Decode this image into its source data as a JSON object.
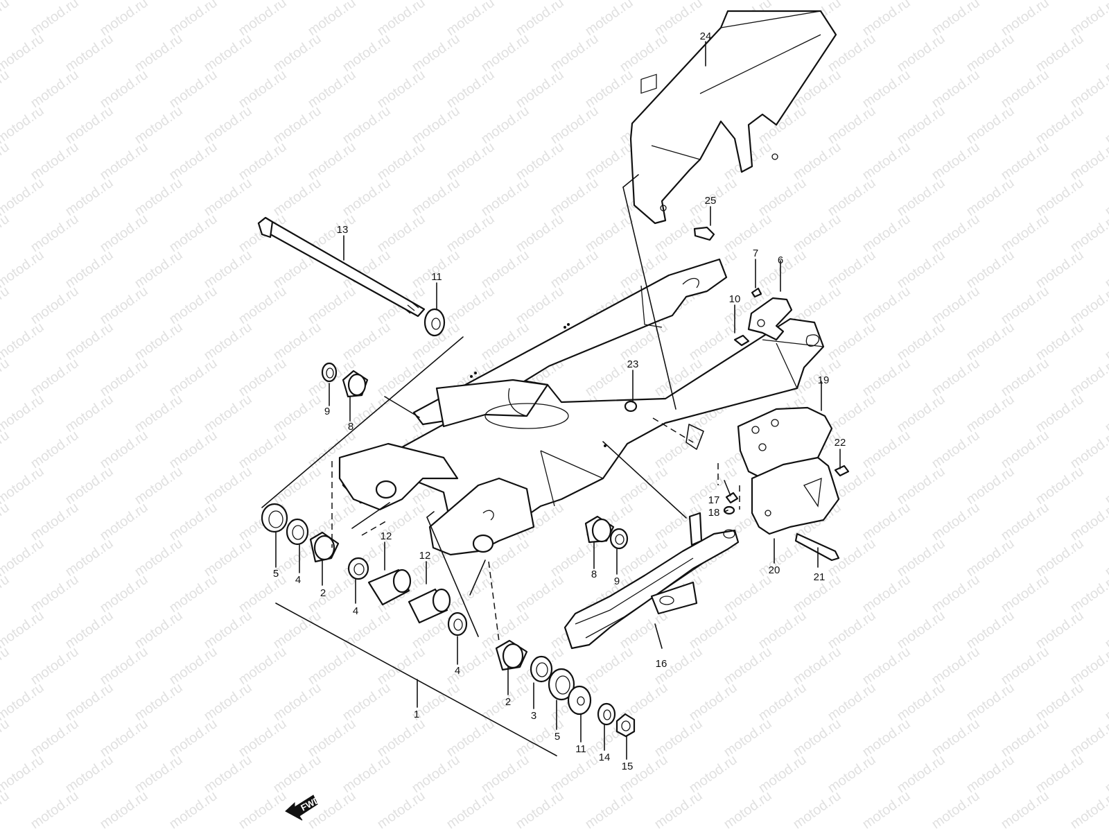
{
  "watermark": "motod.ru",
  "fwd_label": "FWD",
  "callouts": [
    "1",
    "2",
    "2",
    "3",
    "3",
    "4",
    "4",
    "5",
    "5",
    "6",
    "7",
    "8",
    "8",
    "9",
    "9",
    "10",
    "11",
    "11",
    "12",
    "12",
    "13",
    "14",
    "15",
    "16",
    "17",
    "18",
    "19",
    "20",
    "21",
    "22",
    "23",
    "24",
    "25"
  ]
}
